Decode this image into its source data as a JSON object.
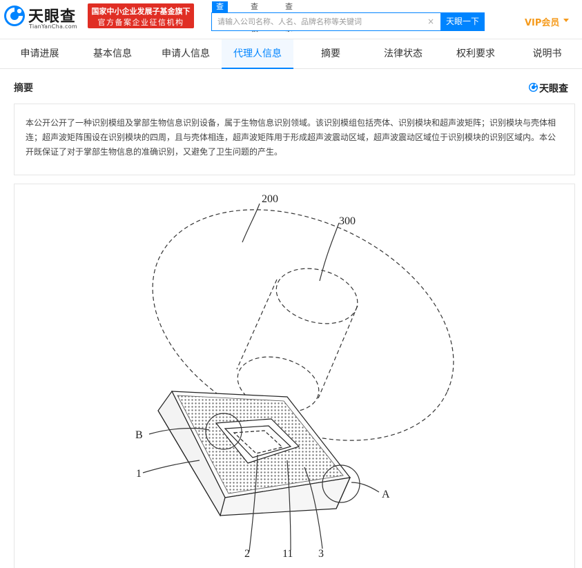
{
  "header": {
    "logo_cn": "天眼查",
    "logo_en": "TianYanCha.com",
    "badge_line1": "国家中小企业发展子基金旗下",
    "badge_line2": "官方备案企业征信机构",
    "search_tabs": [
      "查公司",
      "查老板",
      "查关系"
    ],
    "search_placeholder": "请输入公司名称、人名、品牌名称等关键词",
    "search_clear": "×",
    "search_button": "天眼一下",
    "vip_label": "VIP会员"
  },
  "nav": {
    "items": [
      "申请进展",
      "基本信息",
      "申请人信息",
      "代理人信息",
      "摘要",
      "法律状态",
      "权利要求",
      "说明书"
    ],
    "active_index": 3
  },
  "abstract": {
    "title": "摘要",
    "brand": "天眼查",
    "text": "本公开公开了一种识别模组及掌部生物信息识别设备，属于生物信息识别领域。该识别模组包括壳体、识别模块和超声波矩阵；识别模块与壳体相连；超声波矩阵围设在识别模块的四周，且与壳体相连，超声波矩阵用于形成超声波震动区域，超声波震动区域位于识别模块的识别区域内。本公开既保证了对于掌部生物信息的准确识别，又避免了卫生问题的产生。"
  },
  "figure": {
    "labels": {
      "l200": "200",
      "l300": "300",
      "lB": "B",
      "l1": "1",
      "lA": "A",
      "l2": "2",
      "l11": "11",
      "l3": "3"
    }
  },
  "colors": {
    "brand_blue": "#0084ff",
    "badge_red": "#e02e24",
    "vip_orange": "#f59a1b"
  }
}
